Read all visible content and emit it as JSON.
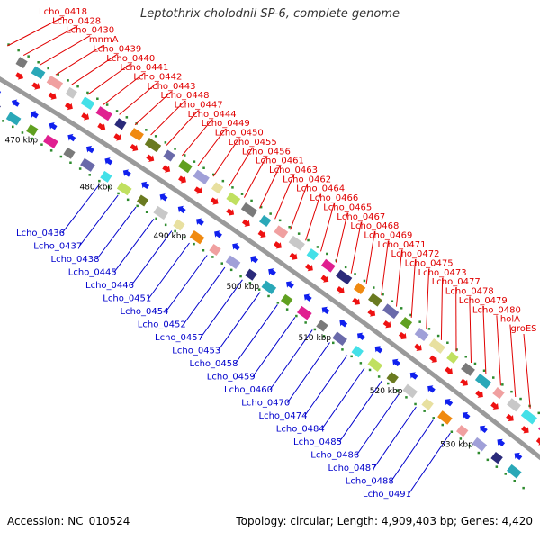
{
  "title": "Leptothrix cholodnii SP-6, complete genome",
  "footer": {
    "accession": "Accession: NC_010524",
    "stats": "Topology: circular; Length: 4,909,403 bp; Genes: 4,420"
  },
  "ticks": [
    "470 kbp",
    "480 kbp",
    "490 kbp",
    "500 kbp",
    "510 kbp",
    "520 kbp",
    "530 kbp"
  ],
  "forward_labels": [
    "Lcho_0418",
    "Lcho_0428",
    "Lcho_0430",
    "mnmA",
    "Lcho_0439",
    "Lcho_0440",
    "Lcho_0441",
    "Lcho_0442",
    "Lcho_0443",
    "Lcho_0448",
    "Lcho_0447",
    "Lcho_0444",
    "Lcho_0449",
    "Lcho_0450",
    "Lcho_0455",
    "Lcho_0456",
    "Lcho_0461",
    "Lcho_0463",
    "Lcho_0462",
    "Lcho_0464",
    "Lcho_0466",
    "Lcho_0465",
    "Lcho_0467",
    "Lcho_0468",
    "Lcho_0469",
    "Lcho_0471",
    "Lcho_0472",
    "Lcho_0475",
    "Lcho_0473",
    "Lcho_0477",
    "Lcho_0478",
    "Lcho_0479",
    "Lcho_0480",
    "holA",
    "groES"
  ],
  "reverse_labels": [
    "Lcho_0436",
    "Lcho_0437",
    "Lcho_0438",
    "Lcho_0445",
    "Lcho_0446",
    "Lcho_0451",
    "Lcho_0454",
    "Lcho_0452",
    "Lcho_0457",
    "Lcho_0453",
    "Lcho_0458",
    "Lcho_0459",
    "Lcho_0460",
    "Lcho_0470",
    "Lcho_0474",
    "Lcho_0484",
    "Lcho_0485",
    "Lcho_0486",
    "Lcho_0487",
    "Lcho_0488",
    "Lcho_0491"
  ],
  "colors": {
    "forward_label": "#e00000",
    "reverse_label": "#0000cc",
    "backbone": "#9a9a9a",
    "gc_tick": "#2e8b2e"
  }
}
